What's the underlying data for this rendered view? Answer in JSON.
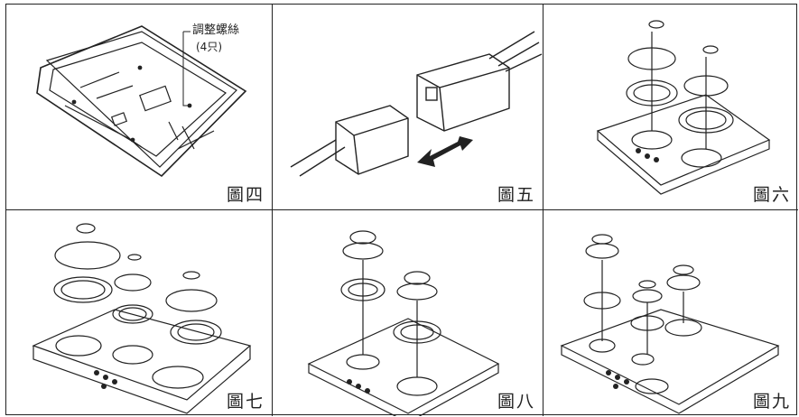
{
  "figures": [
    {
      "label": "圖四",
      "callout": {
        "text": "調整螺絲",
        "subtext": "(4只)"
      }
    },
    {
      "label": "圖五"
    },
    {
      "label": "圖六"
    },
    {
      "label": "圖七"
    },
    {
      "label": "圖八"
    },
    {
      "label": "圖九"
    }
  ]
}
